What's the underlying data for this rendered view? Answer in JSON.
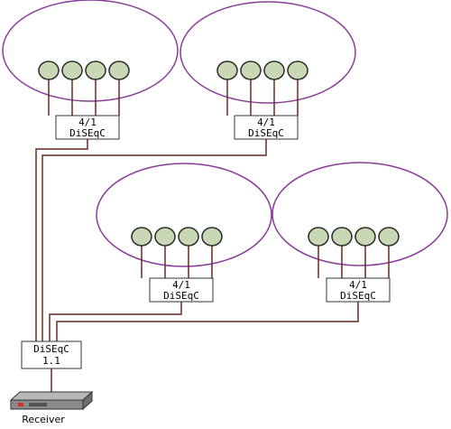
{
  "colors": {
    "dish": "#8a3a9a",
    "cable": "#6b2a20",
    "lnb_fill": "#c8d8b4",
    "lnb_stroke": "#2a2a2a",
    "box_stroke": "#333333",
    "receiver_body": "#8a8a8a",
    "receiver_top": "#b8b8b8",
    "receiver_led": "#d03020"
  },
  "switches": [
    {
      "line1": "4/1",
      "line2": "DiSEqC"
    },
    {
      "line1": "4/1",
      "line2": "DiSEqC"
    },
    {
      "line1": "4/1",
      "line2": "DiSEqC"
    },
    {
      "line1": "4/1",
      "line2": "DiSEqC"
    }
  ],
  "main_switch": {
    "line1": "DiSEqC",
    "line2": "1.1"
  },
  "receiver": {
    "label": "Receiver"
  }
}
